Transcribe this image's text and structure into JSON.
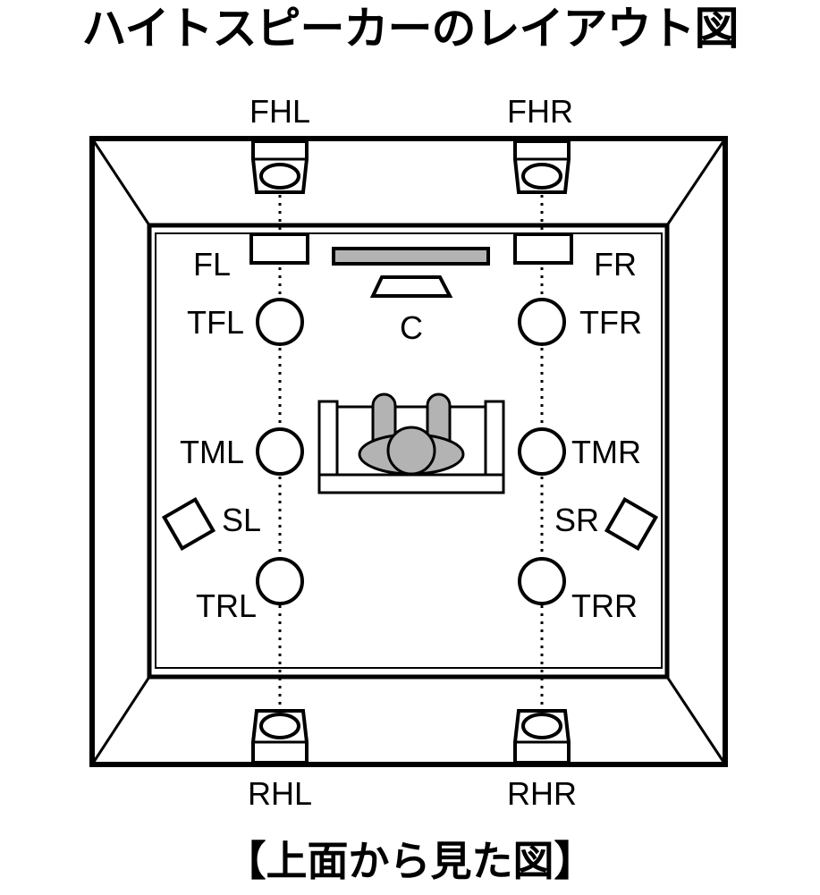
{
  "title": "ハイトスピーカーのレイアウト図",
  "caption": "【上面から見た図】",
  "speakers": {
    "FHL": "FHL",
    "FHR": "FHR",
    "FL": "FL",
    "FR": "FR",
    "C": "C",
    "TFL": "TFL",
    "TFR": "TFR",
    "TML": "TML",
    "TMR": "TMR",
    "SL": "SL",
    "SR": "SR",
    "TRL": "TRL",
    "TRR": "TRR",
    "RHL": "RHL",
    "RHR": "RHR"
  },
  "colors": {
    "line": "#000000",
    "fill": "#ffffff",
    "gray": "#b3b3b3"
  }
}
